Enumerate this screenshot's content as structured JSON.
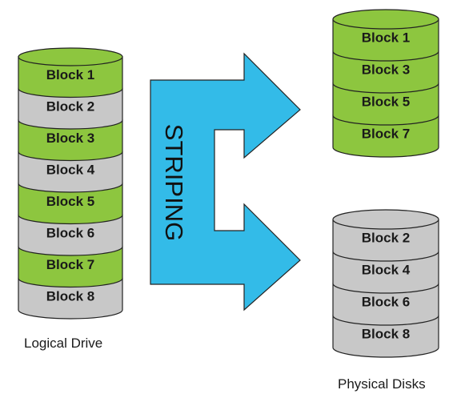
{
  "labels": {
    "striping": "STRIPING",
    "logical_drive": "Logical Drive",
    "physical_disks": "Physical Disks"
  },
  "colors": {
    "green_block": "#8dc63f",
    "gray_block": "#c8c8c8",
    "arrow_fill": "#33bbe8",
    "outline": "#222222"
  },
  "logical_drive": {
    "blocks": [
      {
        "label": "Block 1",
        "color": "green"
      },
      {
        "label": "Block 2",
        "color": "gray"
      },
      {
        "label": "Block 3",
        "color": "green"
      },
      {
        "label": "Block 4",
        "color": "gray"
      },
      {
        "label": "Block 5",
        "color": "green"
      },
      {
        "label": "Block 6",
        "color": "gray"
      },
      {
        "label": "Block 7",
        "color": "green"
      },
      {
        "label": "Block 8",
        "color": "gray"
      }
    ]
  },
  "physical_disks": [
    {
      "color": "green",
      "blocks": [
        {
          "label": "Block 1"
        },
        {
          "label": "Block 3"
        },
        {
          "label": "Block 5"
        },
        {
          "label": "Block 7"
        }
      ]
    },
    {
      "color": "gray",
      "blocks": [
        {
          "label": "Block 2"
        },
        {
          "label": "Block 4"
        },
        {
          "label": "Block 6"
        },
        {
          "label": "Block 8"
        }
      ]
    }
  ]
}
